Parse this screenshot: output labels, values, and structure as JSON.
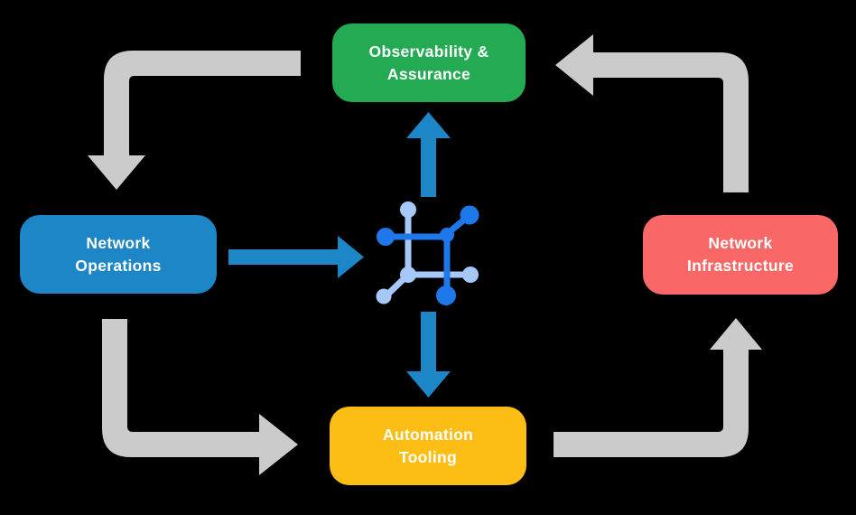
{
  "diagram": {
    "nodes": {
      "observability": {
        "label": "Observability &\nAssurance",
        "color": "#23aa52"
      },
      "operations": {
        "label": "Network\nOperations",
        "color": "#1d86c7"
      },
      "infrastructure": {
        "label": "Network\nInfrastructure",
        "color": "#f96767"
      },
      "automation": {
        "label": "Automation\nTooling",
        "color": "#fcbd14"
      }
    },
    "colors": {
      "background": "#000000",
      "node_text": "#ffffff",
      "arrow_gray": "#cbcbcb",
      "arrow_blue": "#1d86c7",
      "icon_dark_blue": "#1f78ea",
      "icon_light_blue": "#a6c8f9"
    },
    "icons": {
      "hub": "network-mesh-icon"
    }
  }
}
